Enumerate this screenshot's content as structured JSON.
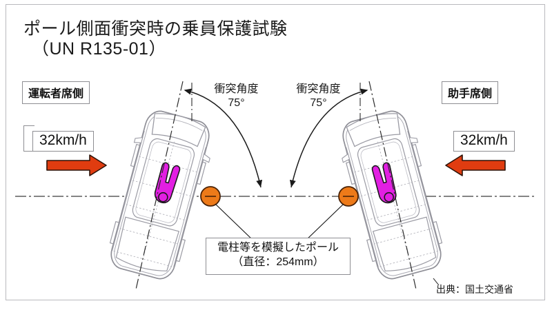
{
  "figure": {
    "title_line1": "ポール側面衝突時の乗員保護試験",
    "title_line2": "（UN R135-01）",
    "source": "出典：国土交通省"
  },
  "labels": {
    "driver_side": "運転者席側",
    "passenger_side": "助手席側"
  },
  "speeds": {
    "left": "32km/h",
    "right": "32km/h"
  },
  "angles": {
    "left_label": "衝突角度",
    "left_value": "75°",
    "right_label": "衝突角度",
    "right_value": "75°"
  },
  "pole": {
    "caption_line1": "電柱等を模擬したポール",
    "caption_line2": "（直径：254mm）"
  },
  "colors": {
    "arrow_red": "#e03c10",
    "pole_orange": "#ed7a19",
    "dummy_magenta": "#e21fe2",
    "vehicle_line": "#8e8e96",
    "frame_border": "#b9b9bd",
    "text": "#111111"
  },
  "icons": {
    "arrow_left_vehicle": "arrow-right-icon",
    "arrow_right_vehicle": "arrow-left-icon",
    "pole_left": "pole-circle-icon",
    "pole_right": "pole-circle-icon",
    "angle_arc_left": "angle-arc-icon",
    "angle_arc_right": "angle-arc-icon"
  }
}
